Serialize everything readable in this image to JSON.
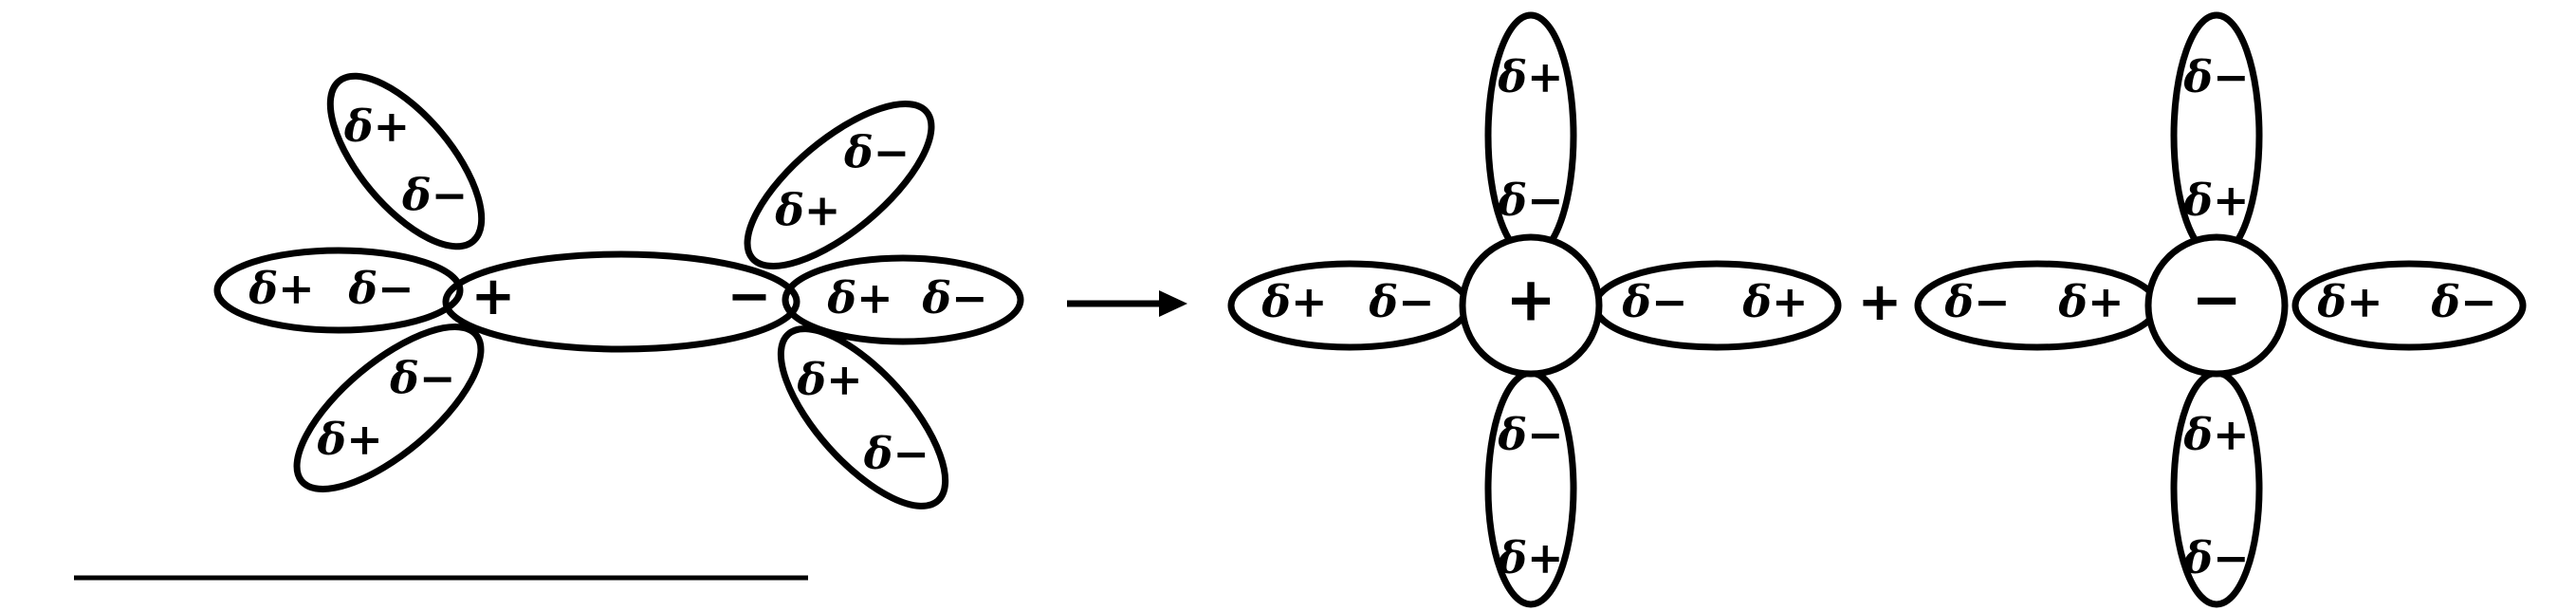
{
  "solvated_ion_pair": {
    "dipoles": [
      {
        "labels": [
          "δ+",
          "δ−"
        ]
      },
      {
        "labels": [
          "δ+",
          "δ−"
        ]
      },
      {
        "labels": [
          "δ+",
          "δ−"
        ]
      },
      {
        "labels": [
          "δ+",
          "δ−"
        ]
      },
      {
        "labels": [
          "δ+",
          "δ−"
        ]
      },
      {
        "labels": [
          "δ+",
          "δ−"
        ]
      }
    ],
    "pair_labels": [
      "+",
      "−"
    ]
  },
  "arrow": "→",
  "solvated_cation": {
    "ion_label": "+",
    "dipoles": [
      {
        "labels": [
          "δ+",
          "δ−"
        ]
      },
      {
        "labels": [
          "δ−",
          "δ+"
        ]
      },
      {
        "labels": [
          "δ+",
          "δ−"
        ]
      },
      {
        "labels": [
          "δ−",
          "δ+"
        ]
      }
    ]
  },
  "plus_sign": "+",
  "solvated_anion": {
    "ion_label": "−",
    "dipoles": [
      {
        "labels": [
          "δ−",
          "δ+"
        ]
      },
      {
        "labels": [
          "δ+",
          "δ−"
        ]
      },
      {
        "labels": [
          "δ−",
          "δ+"
        ]
      },
      {
        "labels": [
          "δ+",
          "δ−"
        ]
      }
    ]
  }
}
